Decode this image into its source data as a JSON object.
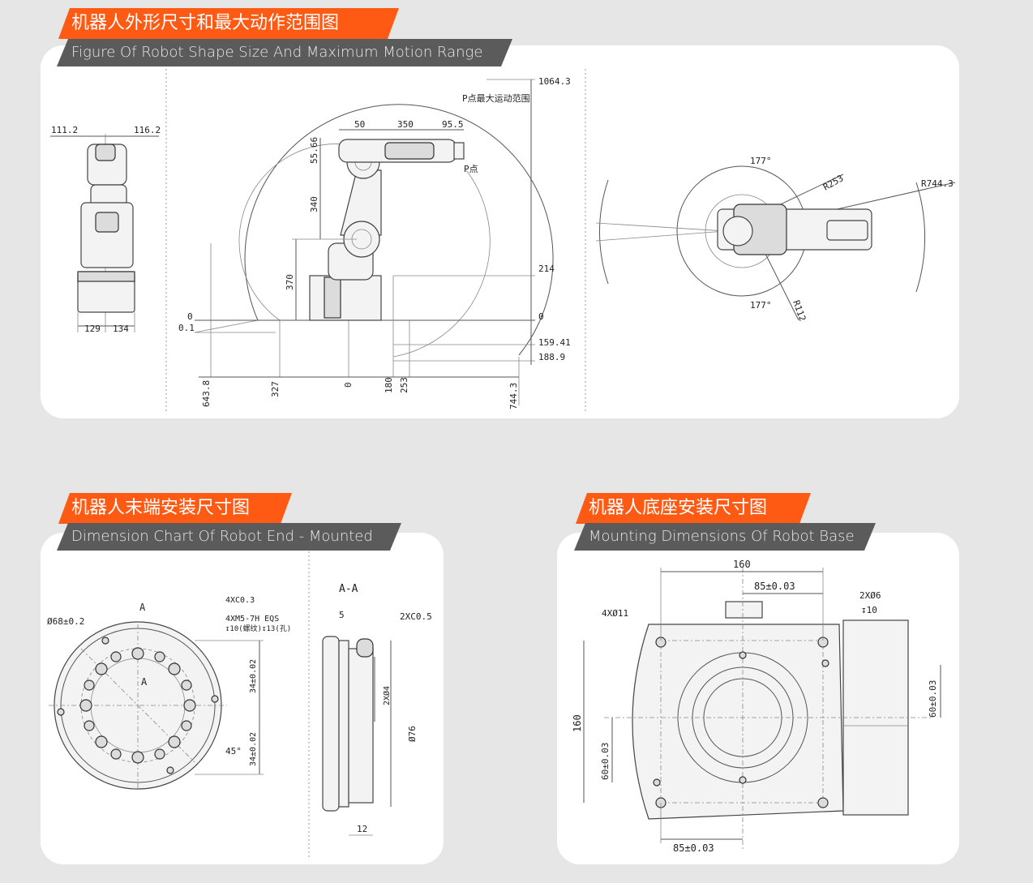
{
  "section1": {
    "title_cn": "机器人外形尺寸和最大动作范围图",
    "title_en": "Figure Of Robot Shape Size And Maximum Motion Range",
    "front_view": {
      "dims_top": [
        "111.2",
        "116.2"
      ],
      "dims_bottom": [
        "129",
        "134"
      ]
    },
    "side_view": {
      "top_dims": [
        "50",
        "350",
        "95.5"
      ],
      "vertical_dims": [
        "55.66",
        "340",
        "370"
      ],
      "right_dims": [
        "1064.3",
        "214",
        "0",
        "159.41",
        "188.9"
      ],
      "left_dims": [
        "0",
        "0.1"
      ],
      "bottom_dims": [
        "643.8",
        "327",
        "0",
        "180",
        "253",
        "744.3"
      ],
      "label_p_range": "P点最大运动范围",
      "label_p": "P点"
    },
    "top_view": {
      "angle_top": "177°",
      "angle_bottom": "177°",
      "r1": "R253",
      "r2": "R744.3",
      "r3": "R112"
    }
  },
  "section2": {
    "title_cn": "机器人末端安装尺寸图",
    "title_en": "Dimension Chart Of Robot End - Mounted",
    "flange": {
      "diameter": "Ø68±0.2",
      "chamfer": "4XC0.3",
      "thread": "4XM5-7H EQS",
      "thread_depth": "↧10(螺纹)↧13(孔)",
      "section_mark": "A",
      "dim1": "34±0.02",
      "dim2": "34±0.02",
      "angle": "45°"
    },
    "section_view": {
      "label": "A-A",
      "depth": "5",
      "chamfer": "2XC0.5",
      "pin": "2XØ4",
      "outer": "Ø76",
      "thickness": "12"
    }
  },
  "section3": {
    "title_cn": "机器人底座安装尺寸图",
    "title_en": "Mounting Dimensions Of Robot Base",
    "dims": {
      "width": "160",
      "center": "85±0.03",
      "pin": "2XØ6",
      "pin_depth": "↧10",
      "holes": "4XØ11",
      "height": "160",
      "left_offset": "60±0.03",
      "right_offset": "60±0.03",
      "bottom_center": "85±0.03"
    }
  }
}
